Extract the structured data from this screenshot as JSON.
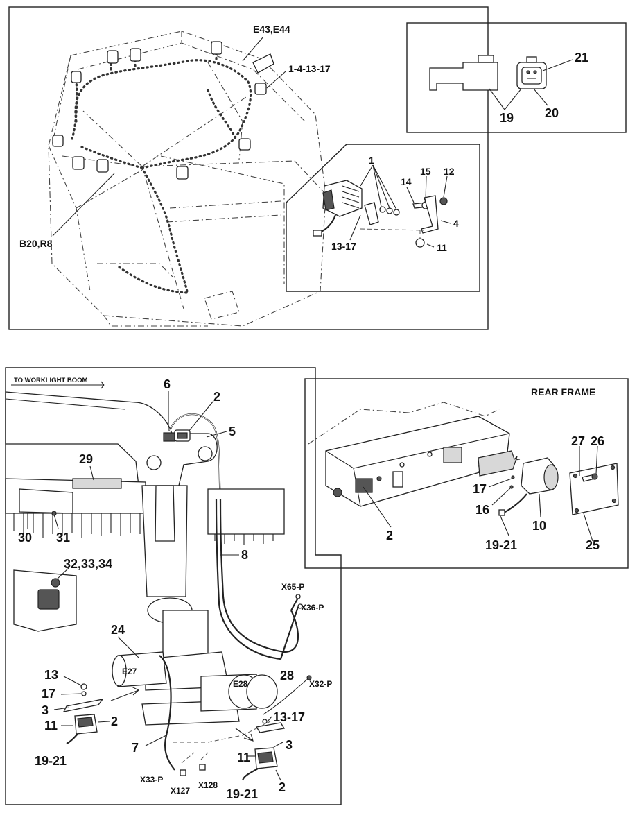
{
  "labels": {
    "e43_e44": "E43,E44",
    "ref_1_4_13_17": "1-4-13-17",
    "b20_r8": "B20,R8",
    "c19": "19",
    "c20": "20",
    "c21": "21",
    "d1": "1",
    "d15": "15",
    "d14": "14",
    "d12": "12",
    "d4": "4",
    "d13_17": "13-17",
    "d11": "11",
    "to_worklight_boom": "TO WORKLIGHT BOOM",
    "b6": "6",
    "b2": "2",
    "b5": "5",
    "b29": "29",
    "b30": "30",
    "b31": "31",
    "b8": "8",
    "b32_33_34": "32,33,34",
    "x65p": "X65-P",
    "x36p": "X36-P",
    "b24": "24",
    "e27": "E27",
    "e28": "E28",
    "b28": "28",
    "x32p": "X32-P",
    "b13": "13",
    "b17": "17",
    "b3": "3",
    "b11": "11",
    "b2b": "2",
    "b19_21": "19-21",
    "b7": "7",
    "x33p": "X33-P",
    "x127": "X127",
    "x128": "X128",
    "b13_17": "13-17",
    "b3b": "3",
    "b11b": "11",
    "b2c": "2",
    "b19_21b": "19-21",
    "rear_frame": "REAR FRAME",
    "r27": "27",
    "r26": "26",
    "r17": "17",
    "r16": "16",
    "r2": "2",
    "r10": "10",
    "r19_21": "19-21",
    "r25": "25"
  }
}
